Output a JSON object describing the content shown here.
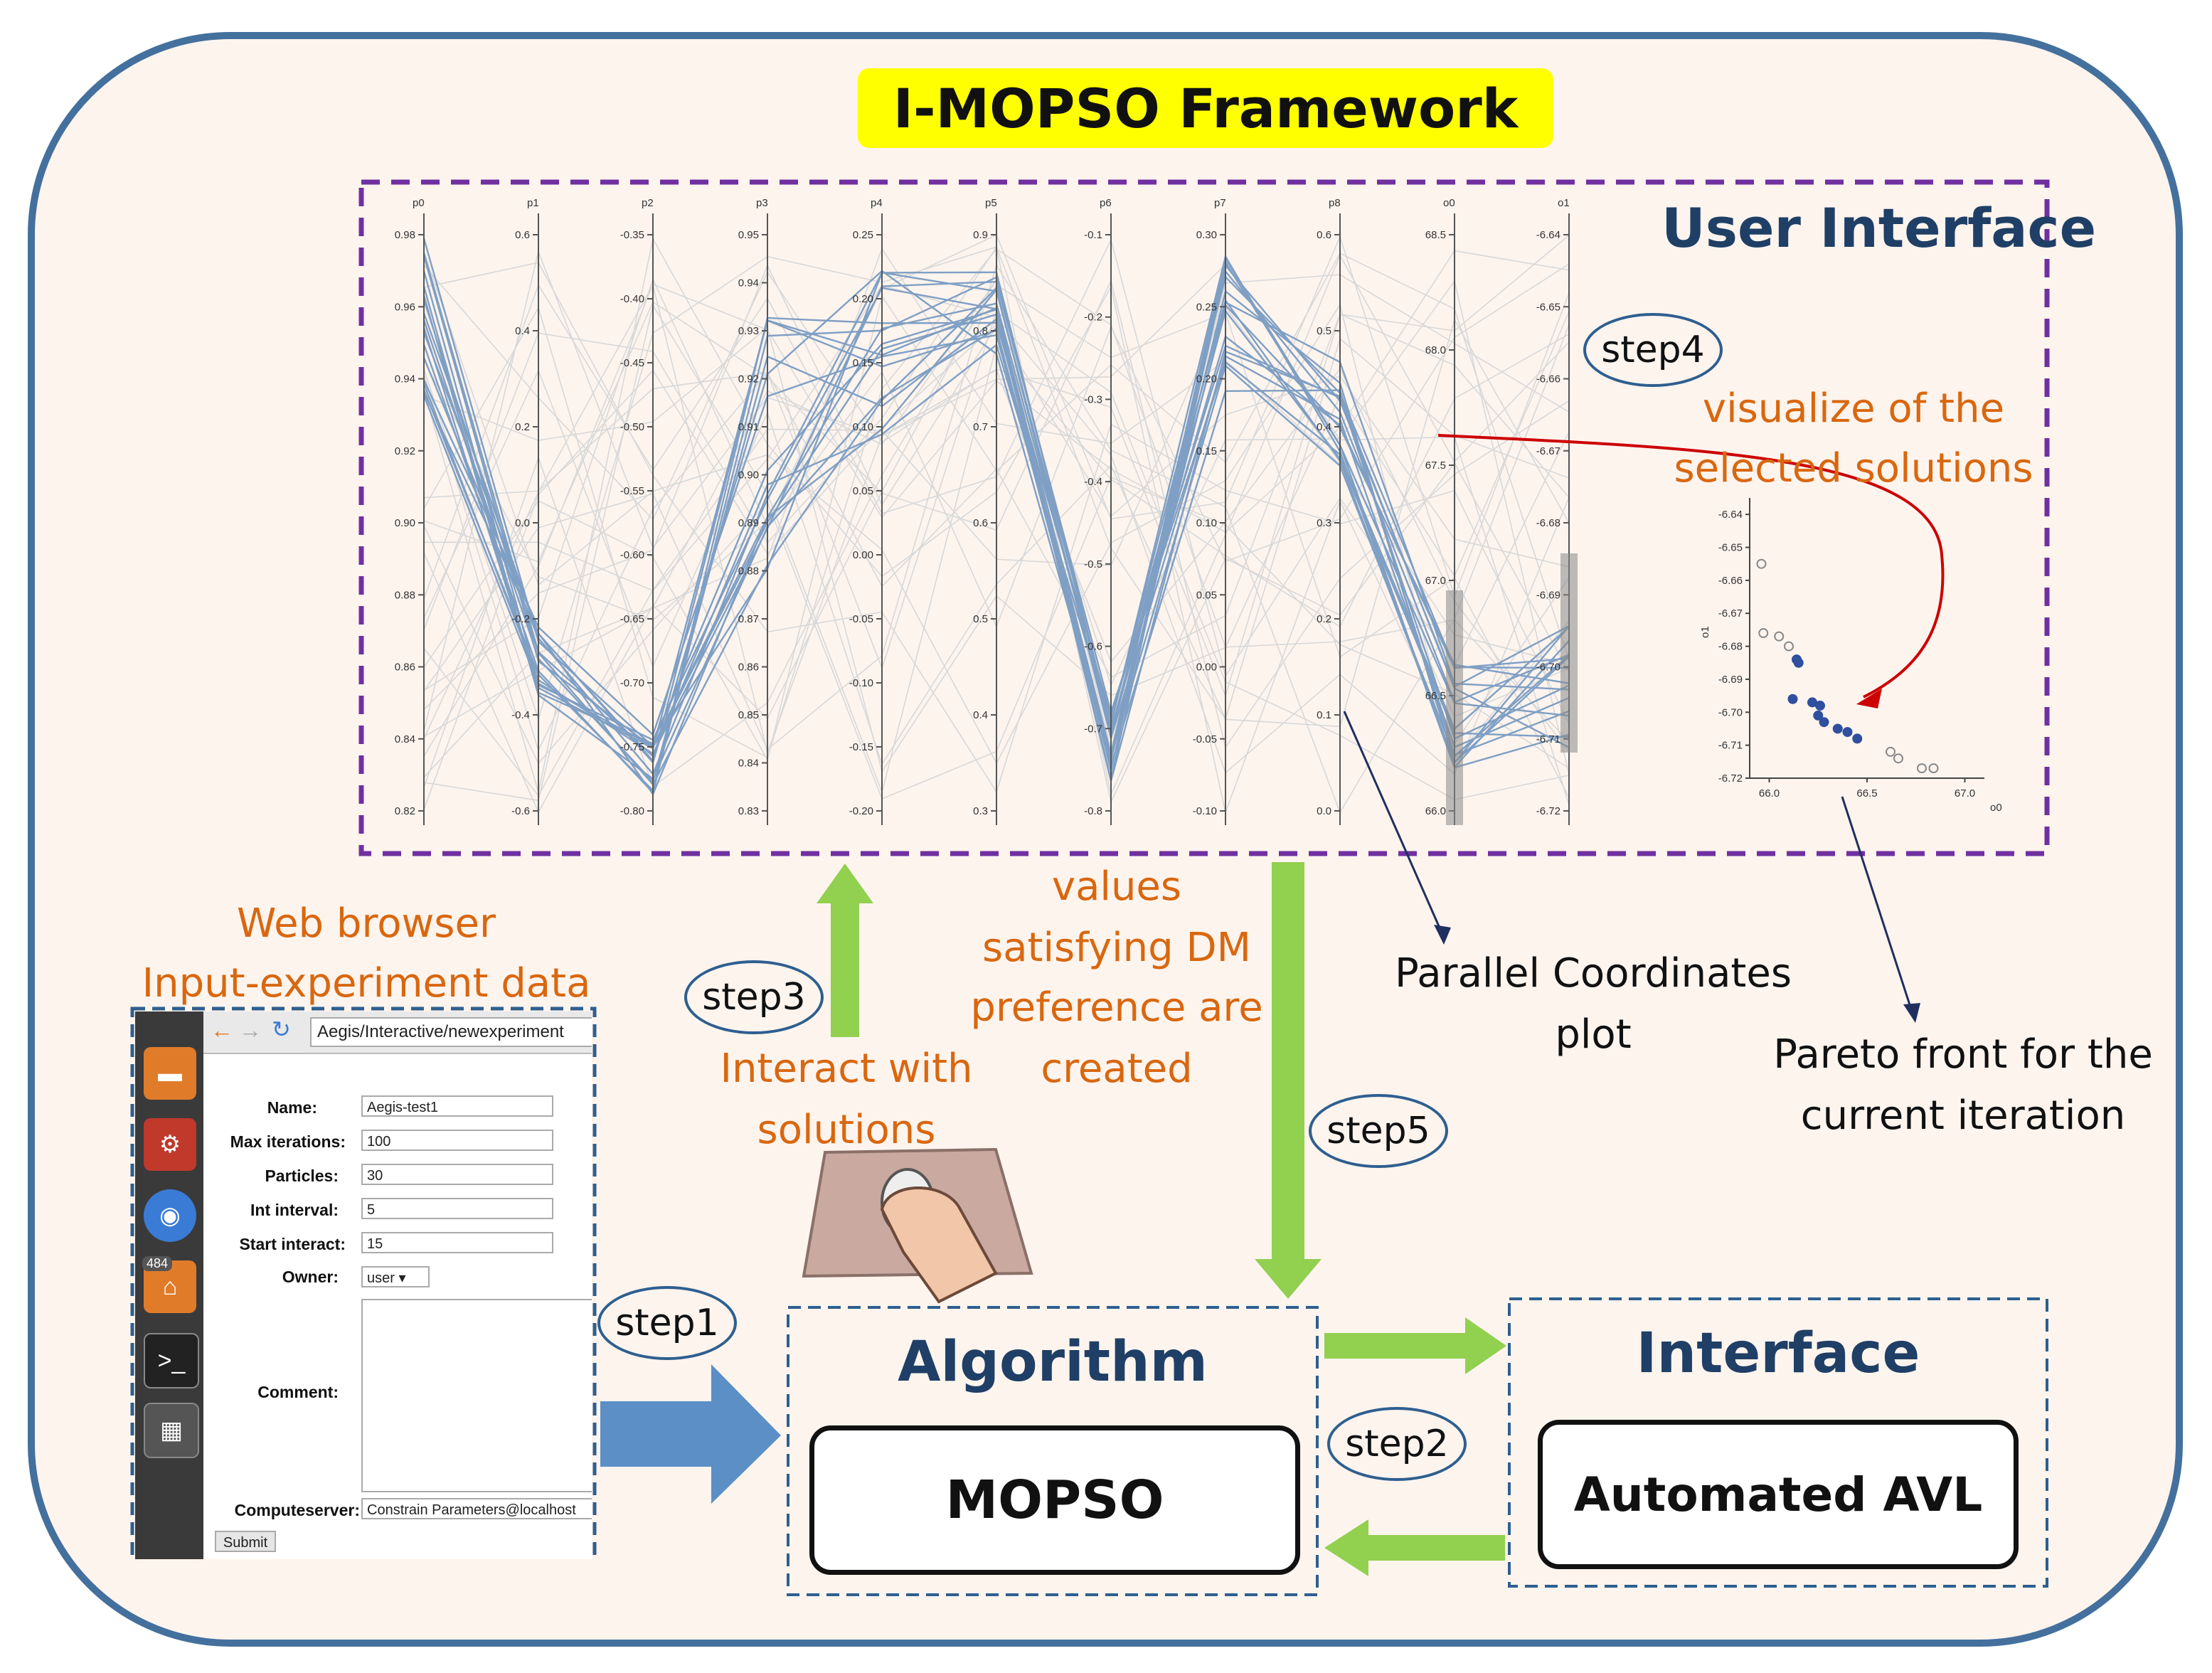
{
  "title": "I-MOPSO Framework",
  "user_interface_label": "User Interface",
  "parallel_plot": {
    "axes": [
      {
        "name": "p0",
        "ticks": [
          "0.98",
          "0.96",
          "0.94",
          "0.92",
          "0.90",
          "0.88",
          "0.86",
          "0.84",
          "0.82"
        ]
      },
      {
        "name": "p1",
        "ticks": [
          "0.6",
          "0.4",
          "0.2",
          "0.0",
          "-0.2",
          "-0.4",
          "-0.6"
        ]
      },
      {
        "name": "p2",
        "ticks": [
          "-0.35",
          "-0.40",
          "-0.45",
          "-0.50",
          "-0.55",
          "-0.60",
          "-0.65",
          "-0.70",
          "-0.75",
          "-0.80"
        ]
      },
      {
        "name": "p3",
        "ticks": [
          "0.95",
          "0.94",
          "0.93",
          "0.92",
          "0.91",
          "0.90",
          "0.89",
          "0.88",
          "0.87",
          "0.86",
          "0.85",
          "0.84",
          "0.83"
        ]
      },
      {
        "name": "p4",
        "ticks": [
          "0.25",
          "0.20",
          "0.15",
          "0.10",
          "0.05",
          "0.00",
          "-0.05",
          "-0.10",
          "-0.15",
          "-0.20"
        ]
      },
      {
        "name": "p5",
        "ticks": [
          "0.9",
          "0.8",
          "0.7",
          "0.6",
          "0.5",
          "0.4",
          "0.3"
        ]
      },
      {
        "name": "p6",
        "ticks": [
          "-0.1",
          "-0.2",
          "-0.3",
          "-0.4",
          "-0.5",
          "-0.6",
          "-0.7",
          "-0.8"
        ]
      },
      {
        "name": "p7",
        "ticks": [
          "0.30",
          "0.25",
          "0.20",
          "0.15",
          "0.10",
          "0.05",
          "0.00",
          "-0.05",
          "-0.10"
        ]
      },
      {
        "name": "p8",
        "ticks": [
          "0.6",
          "0.5",
          "0.4",
          "0.3",
          "0.2",
          "0.1",
          "0.0"
        ]
      },
      {
        "name": "o0",
        "ticks": [
          "68.5",
          "68.0",
          "67.5",
          "67.0",
          "66.5",
          "66.0"
        ]
      },
      {
        "name": "o1",
        "ticks": [
          "-6.64",
          "-6.65",
          "-6.66",
          "-6.67",
          "-6.68",
          "-6.69",
          "-6.70",
          "-6.71",
          "-6.72"
        ]
      }
    ]
  },
  "step4": {
    "label": "step4",
    "caption_line1": "visualize of the",
    "caption_line2": "selected solutions"
  },
  "scatter": {
    "xlabel": "o0",
    "ylabel": "o1",
    "xticks": [
      "66.0",
      "66.5",
      "67.0"
    ],
    "yticks": [
      "-6.64",
      "-6.65",
      "-6.66",
      "-6.67",
      "-6.68",
      "-6.69",
      "-6.70",
      "-6.71",
      "-6.72"
    ]
  },
  "chart_data": {
    "type": "scatter",
    "xlabel": "o0",
    "ylabel": "o1",
    "xlim": [
      65.9,
      67.1
    ],
    "ylim": [
      -6.72,
      -6.635
    ],
    "series": [
      {
        "name": "",
        "points": [
          [
            65.96,
            -6.655
          ],
          [
            65.97,
            -6.676
          ],
          [
            66.05,
            -6.677
          ],
          [
            66.1,
            -6.68
          ],
          [
            66.14,
            -6.684
          ],
          [
            66.15,
            -6.685
          ],
          [
            66.12,
            -6.696
          ],
          [
            66.22,
            -6.697
          ],
          [
            66.26,
            -6.698
          ],
          [
            66.25,
            -6.701
          ],
          [
            66.28,
            -6.703
          ],
          [
            66.35,
            -6.705
          ],
          [
            66.4,
            -6.706
          ],
          [
            66.45,
            -6.708
          ],
          [
            66.62,
            -6.712
          ],
          [
            66.66,
            -6.714
          ],
          [
            66.78,
            -6.717
          ],
          [
            66.84,
            -6.717
          ]
        ]
      }
    ]
  },
  "parallel_caption_line1": "Parallel Coordinates",
  "parallel_caption_line2": "plot",
  "pareto_caption_line1": "Pareto front for the",
  "pareto_caption_line2": "current iteration",
  "browser_caption_line1": "Web browser",
  "browser_caption_line2": "Input-experiment data",
  "browser": {
    "url": "Aegis/Interactive/newexperiment",
    "badge": "484",
    "fields": [
      {
        "label": "Name:",
        "value": "Aegis-test1"
      },
      {
        "label": "Max iterations:",
        "value": "100"
      },
      {
        "label": "Particles:",
        "value": "30"
      },
      {
        "label": "Int interval:",
        "value": "5"
      },
      {
        "label": "Start interact:",
        "value": "15"
      }
    ],
    "owner_label": "Owner:",
    "owner_value": "user",
    "comment_label": "Comment:",
    "computeserver_label": "Computeserver:",
    "computeserver_value": "Constrain Parameters@localhost",
    "submit_label": "Submit"
  },
  "step1": "step1",
  "step2": "step2",
  "step3": "step3",
  "step5": "step5",
  "interact_line1": "Interact with",
  "interact_line2": "solutions",
  "values_line1": "values",
  "values_line2": "satisfying DM",
  "values_line3": "preference are",
  "values_line4": "created",
  "algorithm_title": "Algorithm",
  "algorithm_box": "MOPSO",
  "interface_title": "Interface",
  "interface_box": "Automated AVL",
  "colors": {
    "frame_border": "#44709d",
    "frame_fill": "#fdf4ee",
    "title_bg": "#ffff00",
    "purple_dash": "#7030a0",
    "green_arrow": "#92d050",
    "blue_arrow": "#5b8fc6",
    "orange_text": "#d9670f",
    "navy_text": "#1f3f66",
    "red_arrow": "#cc0000"
  }
}
